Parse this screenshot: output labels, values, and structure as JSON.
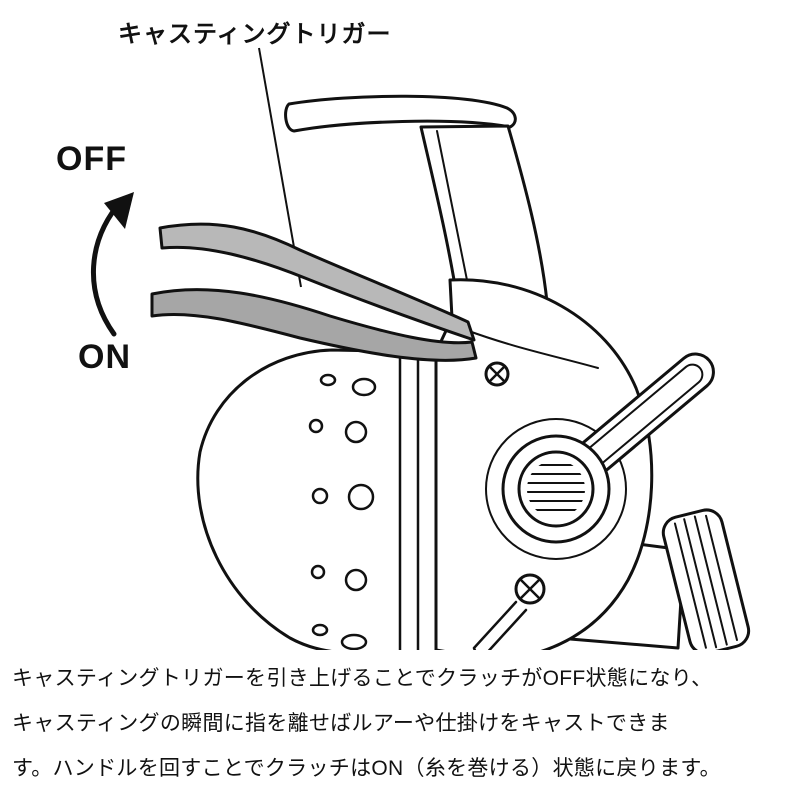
{
  "diagram": {
    "trigger_label": "キャスティングトリガー",
    "off_label": "OFF",
    "on_label": "ON",
    "subject": "spincast-reel-casting-trigger-diagram",
    "colors": {
      "line": "#111111",
      "trigger_fill_upper": "#b8b8b8",
      "trigger_fill_lower": "#a6a6a6",
      "background": "#ffffff"
    }
  },
  "caption": {
    "line1": "キャスティングトリガーを引き上げることでクラッチがOFF状態になり、",
    "line2": "キャスティングの瞬間に指を離せばルアーや仕掛けをキャストできま",
    "line3": "す。ハンドルを回すことでクラッチはON（糸を巻ける）状態に戻ります。"
  }
}
